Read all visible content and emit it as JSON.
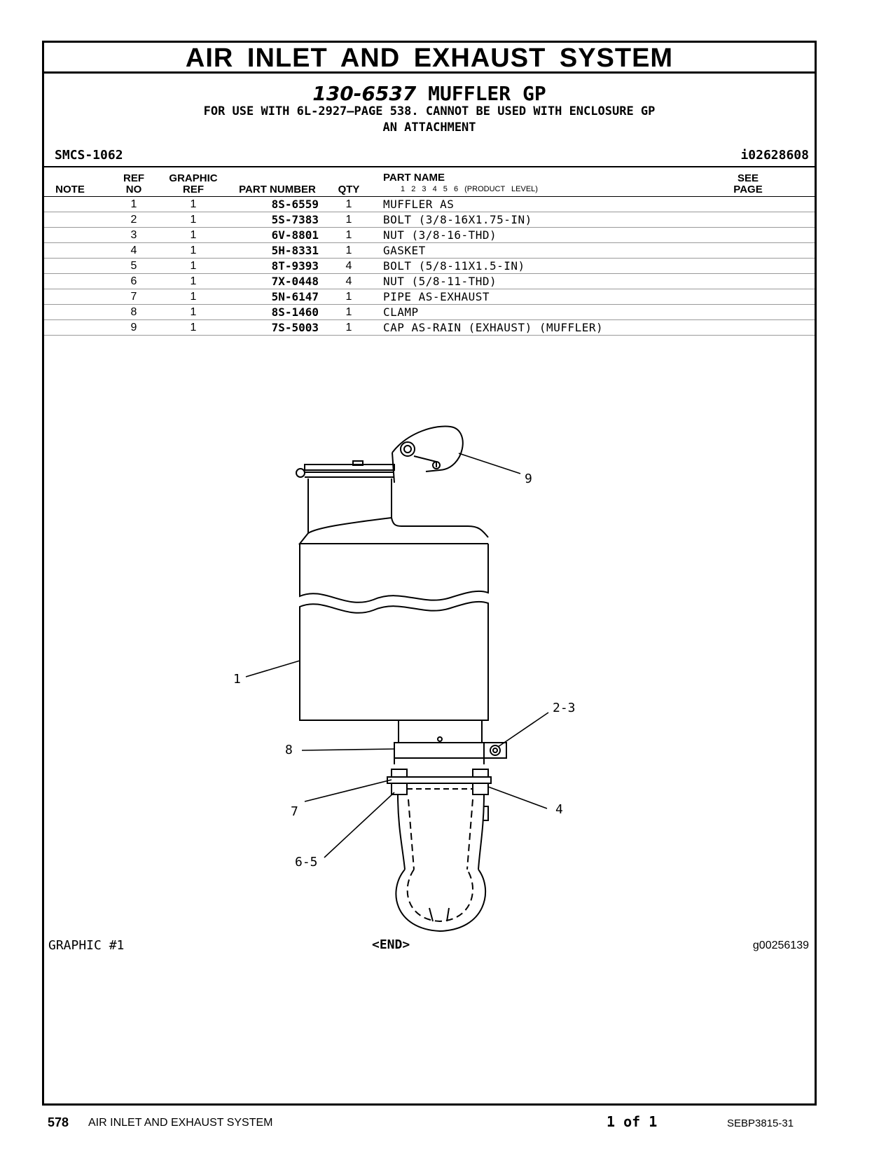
{
  "section_title": "AIR INLET AND EXHAUST SYSTEM",
  "group": {
    "part_number": "130-6537",
    "name": "MUFFLER GP",
    "note_line1": "FOR USE WITH 6L-2927—PAGE 538. CANNOT BE USED WITH ENCLOSURE GP",
    "note_line2": "AN ATTACHMENT"
  },
  "smcs": "SMCS-1062",
  "info_id": "i02628608",
  "table": {
    "headers": {
      "note": "NOTE",
      "ref_no_1": "REF",
      "ref_no_2": "NO",
      "graphic_ref_1": "GRAPHIC",
      "graphic_ref_2": "REF",
      "part_number": "PART NUMBER",
      "qty": "QTY",
      "part_name": "PART NAME",
      "product_level": [
        "1",
        "2",
        "3",
        "4",
        "5",
        "6"
      ],
      "product_level_label": "(PRODUCT LEVEL)",
      "see_page_1": "SEE",
      "see_page_2": "PAGE"
    },
    "rows": [
      {
        "ref": "1",
        "graphic": "1",
        "part_number": "8S-6559",
        "qty": "1",
        "name": "MUFFLER AS"
      },
      {
        "ref": "2",
        "graphic": "1",
        "part_number": "5S-7383",
        "qty": "1",
        "name": "BOLT (3/8-16X1.75-IN)"
      },
      {
        "ref": "3",
        "graphic": "1",
        "part_number": "6V-8801",
        "qty": "1",
        "name": "NUT (3/8-16-THD)"
      },
      {
        "ref": "4",
        "graphic": "1",
        "part_number": "5H-8331",
        "qty": "1",
        "name": "GASKET"
      },
      {
        "ref": "5",
        "graphic": "1",
        "part_number": "8T-9393",
        "qty": "4",
        "name": "BOLT (5/8-11X1.5-IN)"
      },
      {
        "ref": "6",
        "graphic": "1",
        "part_number": "7X-0448",
        "qty": "4",
        "name": "NUT (5/8-11-THD)"
      },
      {
        "ref": "7",
        "graphic": "1",
        "part_number": "5N-6147",
        "qty": "1",
        "name": "PIPE AS-EXHAUST"
      },
      {
        "ref": "8",
        "graphic": "1",
        "part_number": "8S-1460",
        "qty": "1",
        "name": "CLAMP"
      },
      {
        "ref": "9",
        "graphic": "1",
        "part_number": "7S-5003",
        "qty": "1",
        "name": "CAP AS-RAIN (EXHAUST) (MUFFLER)"
      }
    ]
  },
  "graphic": {
    "callouts": {
      "c9": "9",
      "c1": "1",
      "c23": "2-3",
      "c8": "8",
      "c7": "7",
      "c4": "4",
      "c65": "6-5"
    },
    "label": "GRAPHIC #1",
    "end": "<END>",
    "graphic_id": "g00256139"
  },
  "footer": {
    "page_number": "578",
    "section": "AIR INLET AND EXHAUST SYSTEM",
    "page_of": "1 of 1",
    "doc_id": "SEBP3815-31"
  }
}
